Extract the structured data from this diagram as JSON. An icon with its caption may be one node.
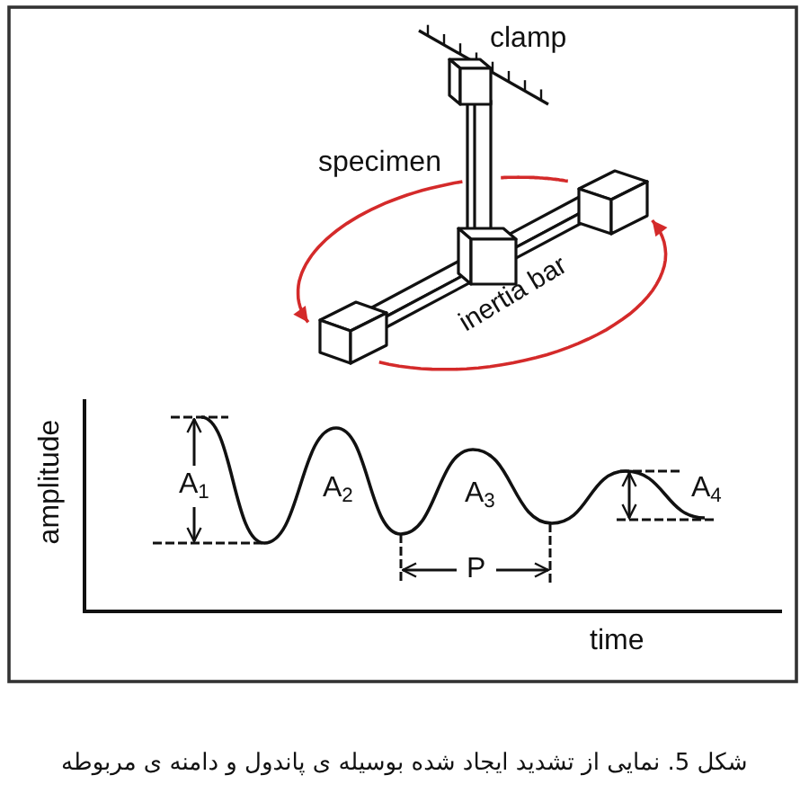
{
  "diagram": {
    "caption": "شکل 5. نمایی از تشدید ایجاد شده بوسیله ی پاندول و دامنه ی مربوطه",
    "labels": [
      "clamp",
      "specimen",
      "inertia bar",
      "amplitude",
      "A$_{1}$",
      "A$_{2}$",
      "A$_{3}$",
      "A$_{4}$",
      "P",
      "time"
    ]
  }
}
